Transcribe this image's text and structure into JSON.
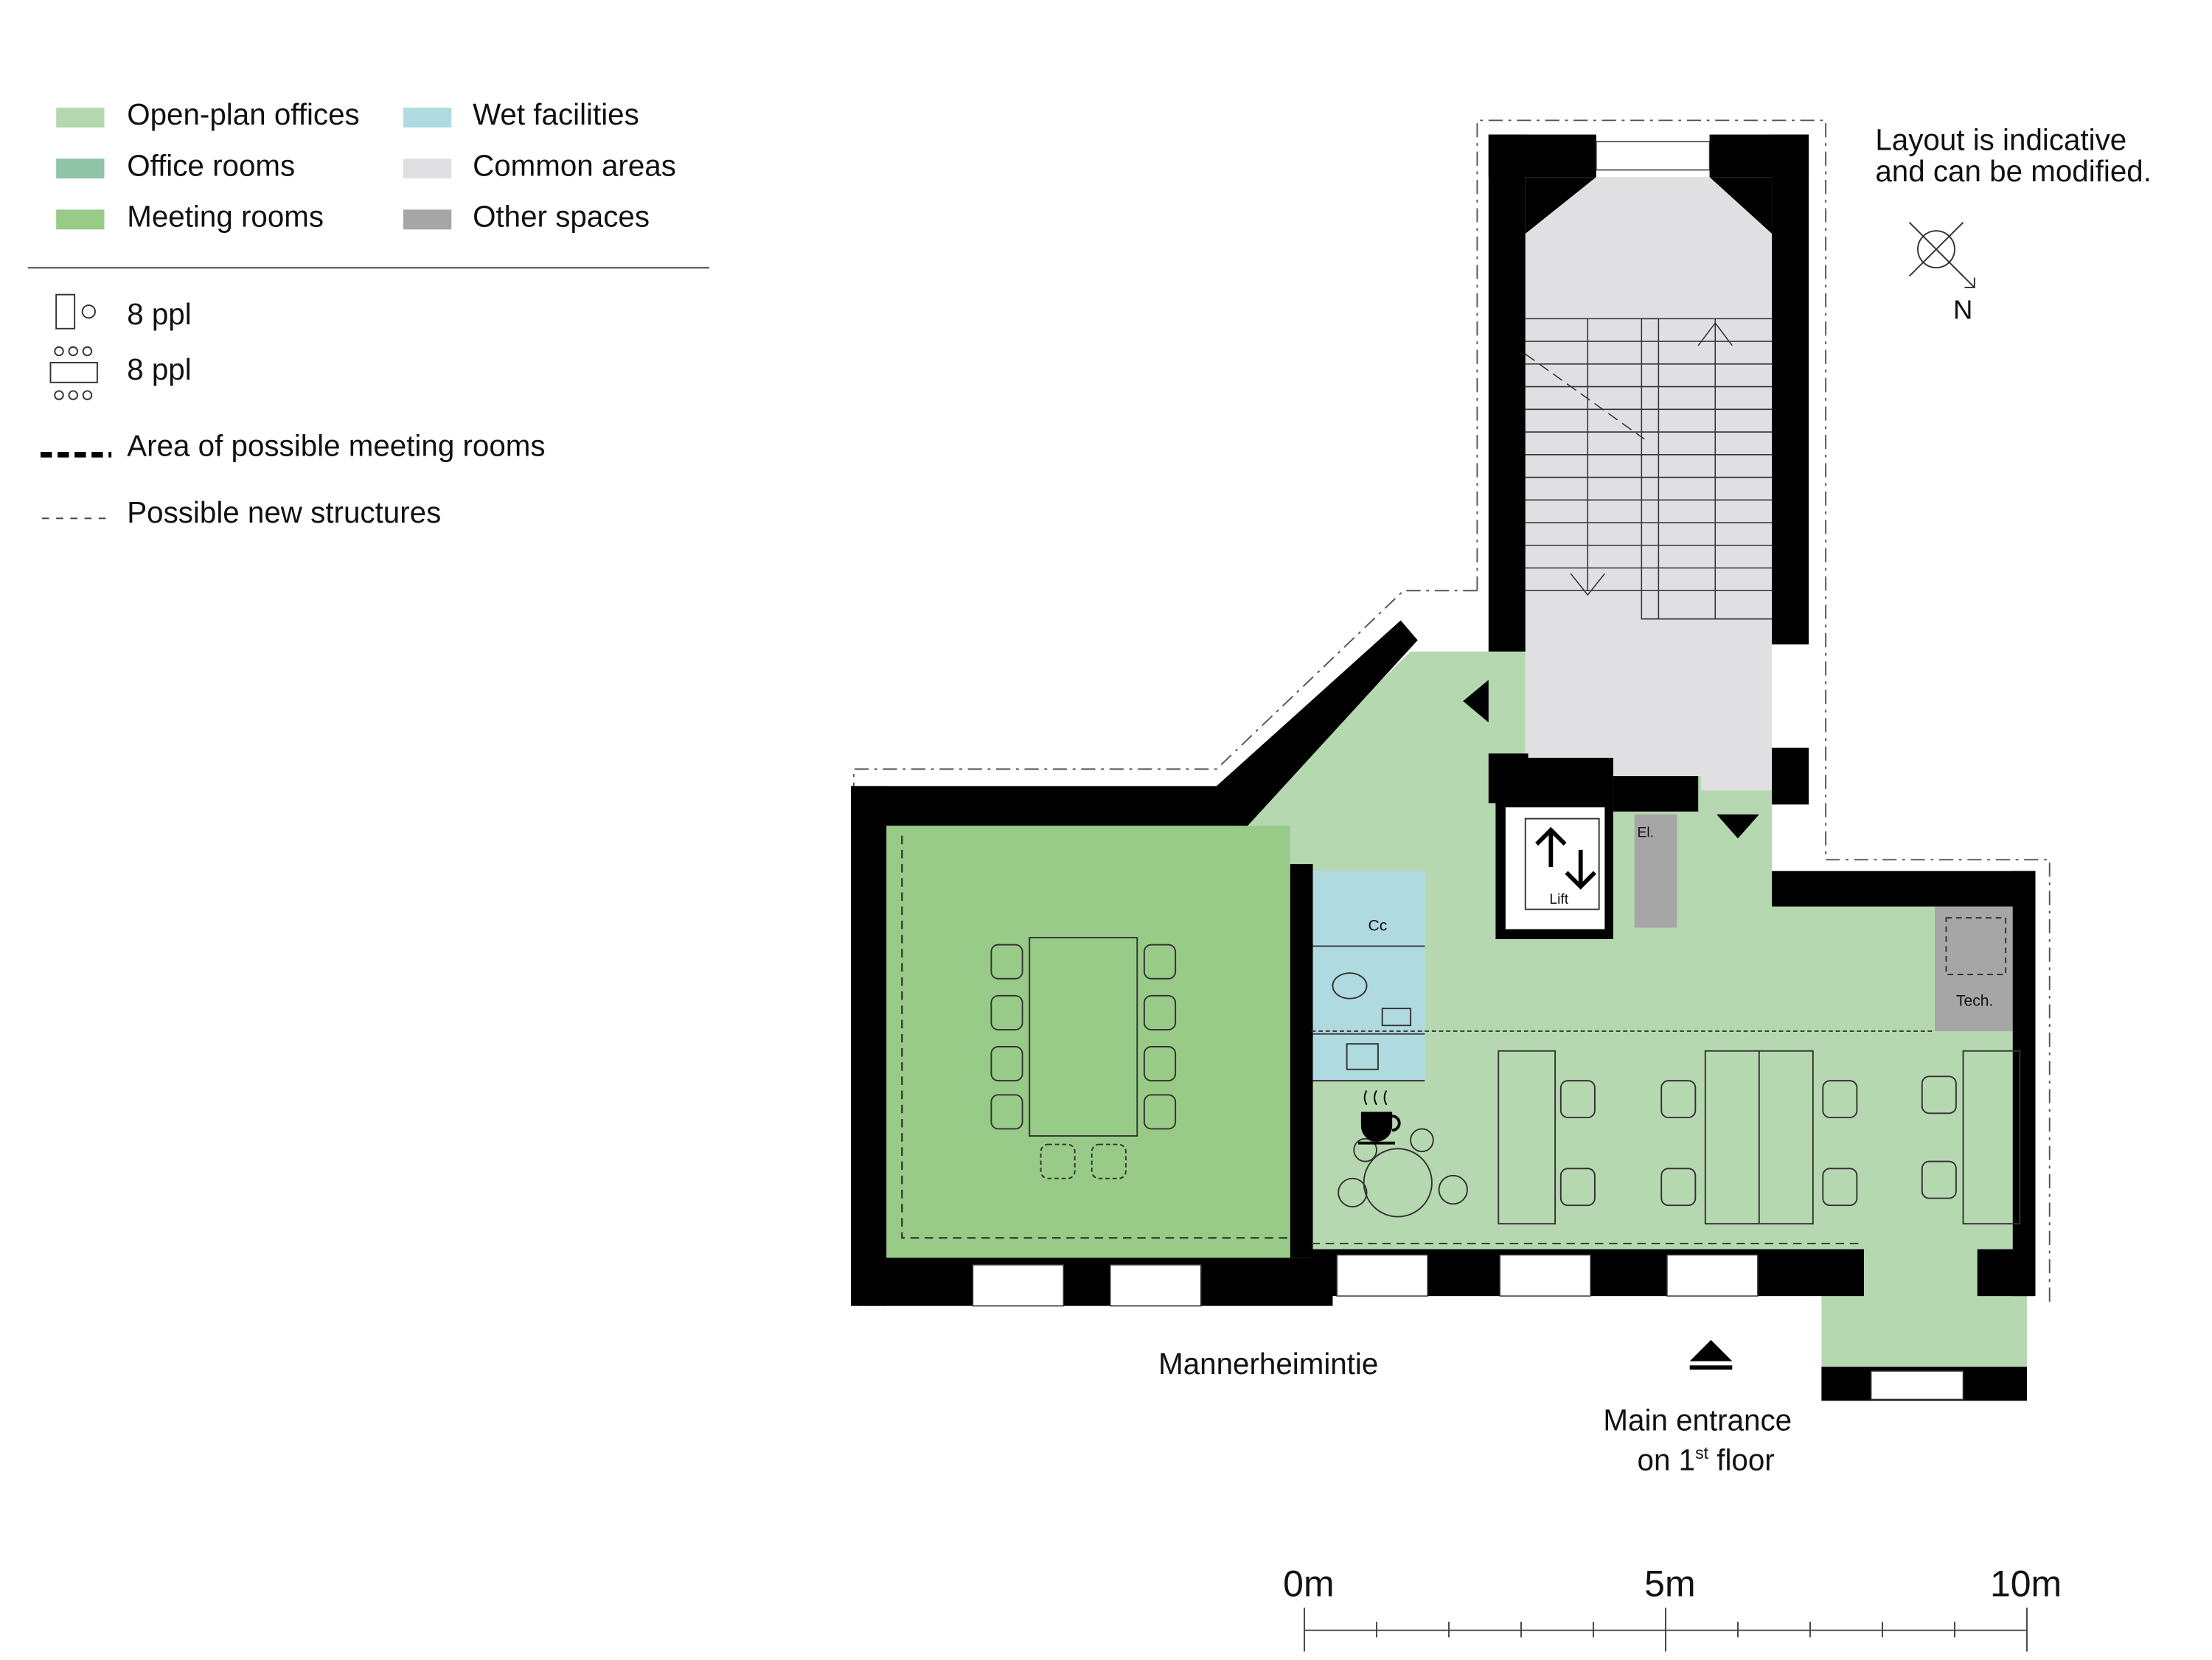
{
  "legend": {
    "areas": [
      {
        "label": "Open-plan offices",
        "color": "#b6d8b0"
      },
      {
        "label": "Office rooms",
        "color": "#8fc4a6"
      },
      {
        "label": "Meeting rooms",
        "color": "#99cb88"
      },
      {
        "label": "Wet facilities",
        "color": "#afdbe0"
      },
      {
        "label": "Common areas",
        "color": "#e0e0e2"
      },
      {
        "label": "Other spaces",
        "color": "#a6a6a6"
      }
    ],
    "capacity": [
      {
        "label": "8 ppl",
        "icon": "desk-chair-icon"
      },
      {
        "label": "8 ppl",
        "icon": "table-chairs-icon"
      }
    ],
    "lines": [
      {
        "label": "Area of possible meeting rooms",
        "icon": "thick-dashed-line-icon"
      },
      {
        "label": "Possible new structures",
        "icon": "thin-dashed-line-icon"
      }
    ]
  },
  "note": {
    "line1": "Layout is indicative",
    "line2": "and can be modified."
  },
  "compass": {
    "label": "N"
  },
  "plan": {
    "street": "Mannerheimintie",
    "entrance_line1": "Main entrance",
    "entrance_line2_pre": "on 1",
    "entrance_line2_sup": "st",
    "entrance_line2_post": " floor",
    "lift": "Lift",
    "electrical": "El.",
    "tech": "Tech.",
    "cleaning": "Cc"
  },
  "scale": {
    "labels": [
      "0m",
      "5m",
      "10m"
    ]
  }
}
